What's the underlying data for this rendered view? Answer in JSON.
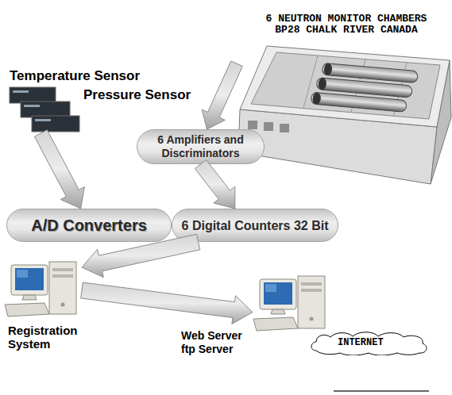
{
  "diagram": {
    "nodes": [
      {
        "text": [
          "6 NEUTRON MONITOR CHAMBERS BP28 CHALK RIVER CANADA"
        ]
      },
      {
        "text": [
          "Temperature Sensor",
          "Pressure Sensor"
        ]
      },
      {
        "text": [
          "6 Amplifiers and Discriminators"
        ]
      },
      {
        "text": [
          "A/D Converters"
        ]
      },
      {
        "text": [
          "6 Digital Counters 32 Bit"
        ]
      },
      {
        "text": [
          "Registration System"
        ]
      },
      {
        "text": [
          "Web Server ftp Server"
        ]
      },
      {
        "text": [
          "INTERNET"
        ]
      }
    ],
    "edges": [
      {
        "from": 0,
        "to": 2,
        "arrow": "to"
      },
      {
        "from": 1,
        "to": 3,
        "arrow": "to"
      },
      {
        "from": 2,
        "to": 4,
        "arrow": "to"
      },
      {
        "from": 4,
        "to": 5,
        "arrow": "to"
      },
      {
        "from": 5,
        "to": 6,
        "arrow": "to"
      }
    ]
  }
}
